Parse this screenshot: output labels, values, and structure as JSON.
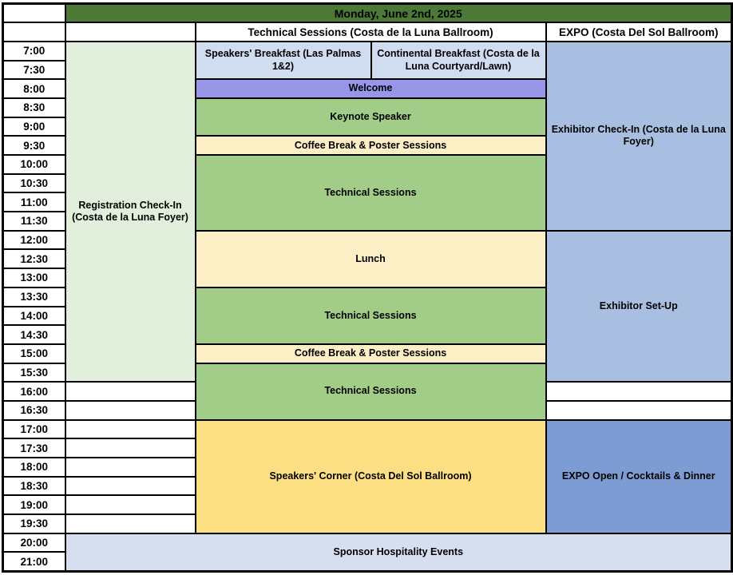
{
  "header": {
    "date_title": "Monday, June 2nd, 2025",
    "technical_column": "Technical Sessions (Costa de la Luna Ballroom)",
    "expo_column": "EXPO (Costa Del Sol Ballroom)"
  },
  "times": [
    "7:00",
    "7:30",
    "8:00",
    "8:30",
    "9:00",
    "9:30",
    "10:00",
    "10:30",
    "11:00",
    "11:30",
    "12:00",
    "12:30",
    "13:00",
    "13:30",
    "14:00",
    "14:30",
    "15:00",
    "15:30",
    "16:00",
    "16:30",
    "17:00",
    "17:30",
    "18:00",
    "18:30",
    "19:00",
    "19:30",
    "20:00",
    "21:00"
  ],
  "events": {
    "registration": {
      "label": "Registration Check-In (Costa de la Luna Foyer)"
    },
    "speakers_breakfast": {
      "label": "Speakers' Breakfast (Las Palmas 1&2)"
    },
    "continental_breakfast": {
      "label": "Continental Breakfast (Costa de la Luna Courtyard/Lawn)"
    },
    "welcome": {
      "label": "Welcome"
    },
    "keynote": {
      "label": "Keynote Speaker"
    },
    "coffee_break_am": {
      "label": "Coffee Break & Poster Sessions"
    },
    "technical_morning": {
      "label": "Technical Sessions"
    },
    "lunch": {
      "label": "Lunch"
    },
    "technical_afternoon": {
      "label": "Technical Sessions"
    },
    "coffee_break_pm": {
      "label": "Coffee Break & Poster Sessions"
    },
    "technical_late": {
      "label": "Technical Sessions"
    },
    "speakers_corner": {
      "label": "Speakers' Corner (Costa Del Sol Ballroom)"
    },
    "exhibitor_checkin": {
      "label": "Exhibitor Check-In (Costa de la Luna Foyer)"
    },
    "exhibitor_setup": {
      "label": "Exhibitor Set-Up"
    },
    "expo_open": {
      "label": "EXPO Open / Cocktails & Dinner"
    },
    "sponsor_hospitality": {
      "label": "Sponsor Hospitality Events"
    }
  },
  "colors": {
    "header_green": "#4C7A36",
    "pale_green": "#E1EFDC",
    "event_green": "#A2CD89",
    "pale_yellow": "#FCEEC5",
    "gold": "#FCDF83",
    "purple": "#9796E8",
    "pale_blue": "#D0DDF0",
    "mid_blue": "#A9BFE2",
    "dark_blue": "#7D9CD4",
    "sponsor_blue": "#D5DFEF",
    "cell_white": "#FFFFFF",
    "border_black": "#000000",
    "header_text": "#FFFFFF",
    "body_text": "#000000"
  }
}
